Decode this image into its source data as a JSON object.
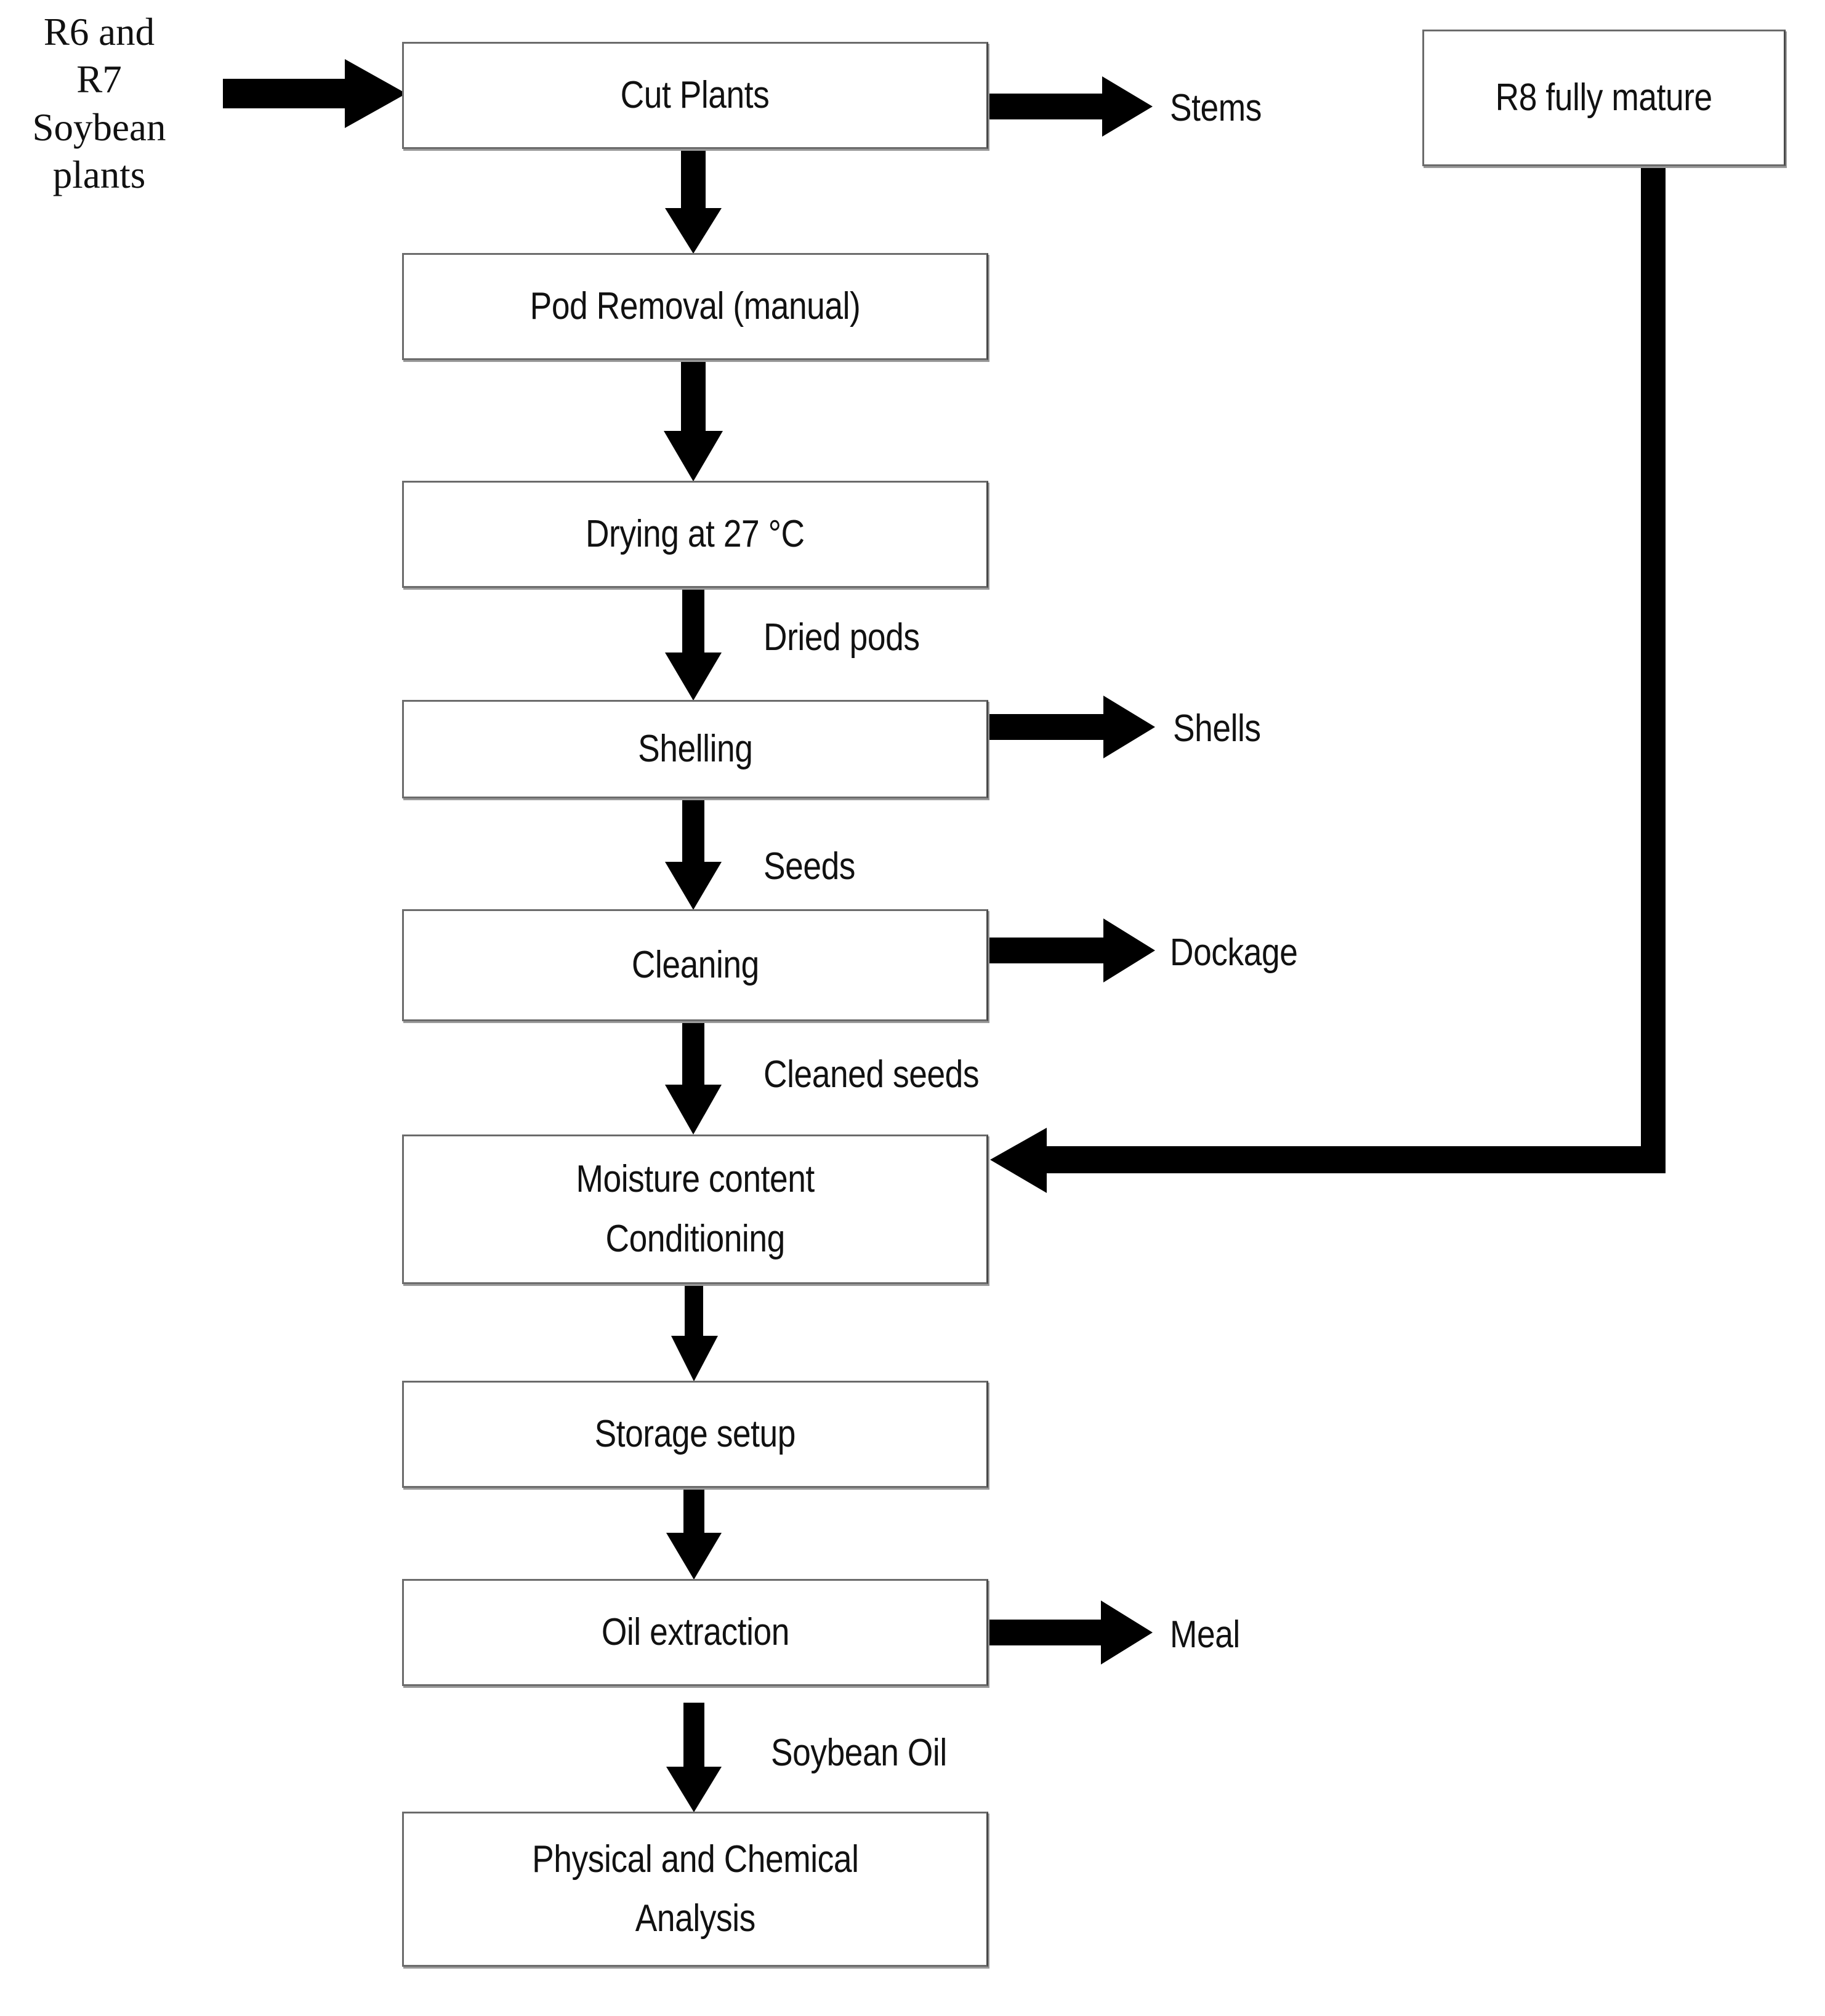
{
  "diagram": {
    "title": "Soybean oil processing flowchart",
    "background_color": "#ffffff",
    "stroke_color": "#000000",
    "box_border_color": "#6b6b6b",
    "text_color": "#111111"
  },
  "source": {
    "label": "R6 and\nR7\nSoybean\nplants"
  },
  "nodes": [
    {
      "id": "cut-plants",
      "label": "Cut Plants"
    },
    {
      "id": "pod-removal",
      "label": "Pod Removal (manual)"
    },
    {
      "id": "drying",
      "label": "Drying at 27 °C"
    },
    {
      "id": "shelling",
      "label": "Shelling"
    },
    {
      "id": "cleaning",
      "label": "Cleaning"
    },
    {
      "id": "moisture-conditioning",
      "label": "Moisture content\nConditioning"
    },
    {
      "id": "storage-setup",
      "label": "Storage setup"
    },
    {
      "id": "oil-extraction",
      "label": "Oil extraction"
    },
    {
      "id": "analysis",
      "label": "Physical and Chemical\nAnalysis"
    },
    {
      "id": "r8-fully-mature",
      "label": "R8 fully mature"
    }
  ],
  "side_outputs": [
    {
      "id": "stems",
      "label": "Stems",
      "from": "cut-plants"
    },
    {
      "id": "shells",
      "label": "Shells",
      "from": "shelling"
    },
    {
      "id": "dockage",
      "label": "Dockage",
      "from": "cleaning"
    },
    {
      "id": "meal",
      "label": "Meal",
      "from": "oil-extraction"
    }
  ],
  "flow_labels": [
    {
      "id": "dried-pods",
      "label": "Dried pods",
      "between": "drying -> shelling"
    },
    {
      "id": "seeds",
      "label": "Seeds",
      "between": "shelling -> cleaning"
    },
    {
      "id": "cleaned-seeds",
      "label": "Cleaned seeds",
      "between": "cleaning -> moisture-conditioning"
    },
    {
      "id": "soybean-oil",
      "label": "Soybean Oil",
      "between": "oil-extraction -> analysis"
    }
  ],
  "connections": [
    {
      "from": "source",
      "to": "cut-plants",
      "direction": "right"
    },
    {
      "from": "cut-plants",
      "to": "pod-removal",
      "direction": "down"
    },
    {
      "from": "pod-removal",
      "to": "drying",
      "direction": "down"
    },
    {
      "from": "drying",
      "to": "shelling",
      "direction": "down"
    },
    {
      "from": "shelling",
      "to": "cleaning",
      "direction": "down"
    },
    {
      "from": "cleaning",
      "to": "moisture-conditioning",
      "direction": "down"
    },
    {
      "from": "moisture-conditioning",
      "to": "storage-setup",
      "direction": "down"
    },
    {
      "from": "storage-setup",
      "to": "oil-extraction",
      "direction": "down"
    },
    {
      "from": "oil-extraction",
      "to": "analysis",
      "direction": "down"
    },
    {
      "from": "r8-fully-mature",
      "to": "moisture-conditioning",
      "direction": "down-then-left"
    }
  ]
}
